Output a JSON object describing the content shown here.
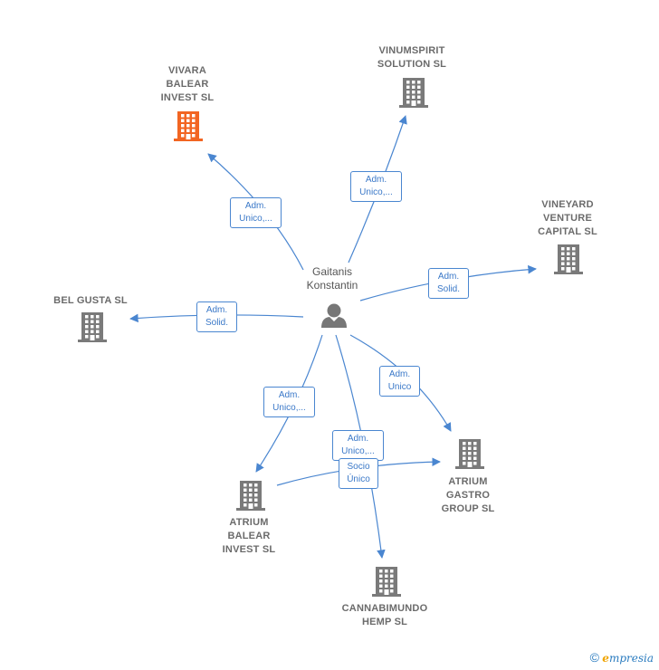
{
  "person": {
    "name": "Gaitanis\nKonstantin"
  },
  "companies": [
    {
      "id": "vivara",
      "name": "VIVARA\nBALEAR\nINVEST  SL",
      "highlight": true
    },
    {
      "id": "vinumspirit",
      "name": "VINUMSPIRIT\nSOLUTION  SL",
      "highlight": false
    },
    {
      "id": "vineyard",
      "name": "VINEYARD\nVENTURE\nCAPITAL  SL",
      "highlight": false
    },
    {
      "id": "belgusta",
      "name": "BEL GUSTA  SL",
      "highlight": false
    },
    {
      "id": "atrium-gastro",
      "name": "ATRIUM\nGASTRO\nGROUP  SL",
      "highlight": false
    },
    {
      "id": "atrium-balear",
      "name": "ATRIUM\nBALEAR\nINVEST  SL",
      "highlight": false
    },
    {
      "id": "cannabimundo",
      "name": "CANNABIMUNDO\nHEMP  SL",
      "highlight": false
    }
  ],
  "edges": [
    {
      "to": "vivara",
      "label": "Adm.\nUnico,..."
    },
    {
      "to": "vinumspirit",
      "label": "Adm.\nUnico,..."
    },
    {
      "to": "vineyard",
      "label": "Adm.\nSolid."
    },
    {
      "to": "belgusta",
      "label": "Adm.\nSolid."
    },
    {
      "to": "atrium-gastro",
      "label": "Adm.\nUnico"
    },
    {
      "to": "atrium-balear",
      "label": "Adm.\nUnico,..."
    },
    {
      "to": "cannabimundo",
      "label": "Adm.\nUnico,..."
    },
    {
      "from": "atrium-balear",
      "to": "atrium-gastro",
      "label": "Socio\nÚnico"
    }
  ],
  "colors": {
    "edge": "#4a86d0",
    "node": "#7a7a7a",
    "highlight": "#f26522"
  },
  "footer": {
    "copyright": "©",
    "brand_e": "e",
    "brand_rest": "mpresia"
  }
}
